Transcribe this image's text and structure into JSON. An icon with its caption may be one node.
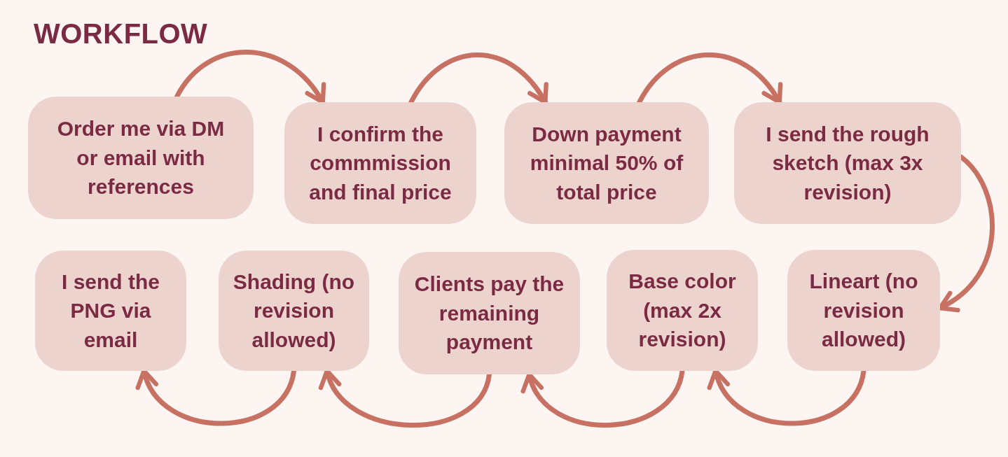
{
  "diagram": {
    "title": "WORKFLOW",
    "nodes": [
      {
        "text": [
          "Order me via DM or email with references"
        ]
      },
      {
        "text": [
          "I confirm the commmission and final price"
        ]
      },
      {
        "text": [
          "Down payment minimal 50% of total price"
        ]
      },
      {
        "text": [
          "I send the rough sketch (max 3x revision)"
        ]
      },
      {
        "text": [
          "I send the PNG via email"
        ]
      },
      {
        "text": [
          "Shading (no revision allowed)"
        ]
      },
      {
        "text": [
          "Clients pay the remaining payment"
        ]
      },
      {
        "text": [
          "Base color (max 2x revision)"
        ]
      },
      {
        "text": [
          "Lineart (no revision allowed)"
        ]
      }
    ],
    "edges": [
      {
        "from": 0,
        "to": 1,
        "arrow": "to"
      },
      {
        "from": 1,
        "to": 2,
        "arrow": "to"
      },
      {
        "from": 2,
        "to": 3,
        "arrow": "to"
      },
      {
        "from": 3,
        "to": 8,
        "arrow": "to"
      },
      {
        "from": 8,
        "to": 7,
        "arrow": "to"
      },
      {
        "from": 7,
        "to": 6,
        "arrow": "to"
      },
      {
        "from": 6,
        "to": 5,
        "arrow": "to"
      },
      {
        "from": 5,
        "to": 4,
        "arrow": "to"
      }
    ]
  }
}
